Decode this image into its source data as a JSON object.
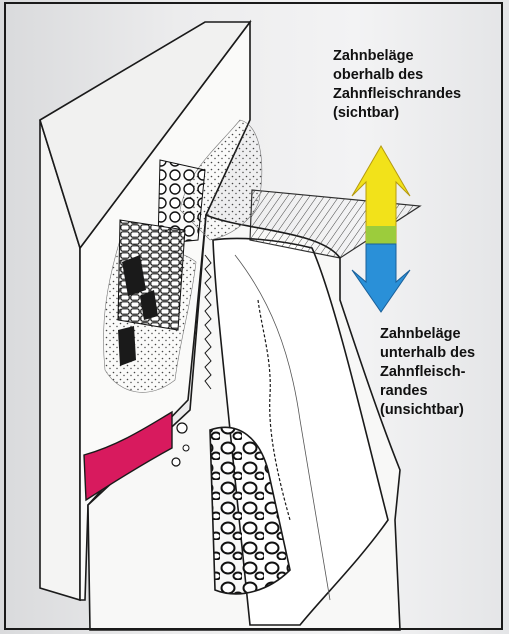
{
  "labels": {
    "above_gumline": [
      "Zahnbeläge",
      "oberhalb des",
      "Zahnfleischrandes",
      "(sichtbar)"
    ],
    "below_gumline": [
      "Zahnbeläge",
      "unterhalb des",
      "Zahnfleisch-",
      "randes",
      "(unsichtbar)"
    ]
  },
  "colors": {
    "arrow_up": "#f2e21a",
    "arrow_down": "#2a90d8",
    "gum_band": "#d81a5e",
    "ink": "#1a1a1a",
    "tissue": "#f7f7f6"
  }
}
